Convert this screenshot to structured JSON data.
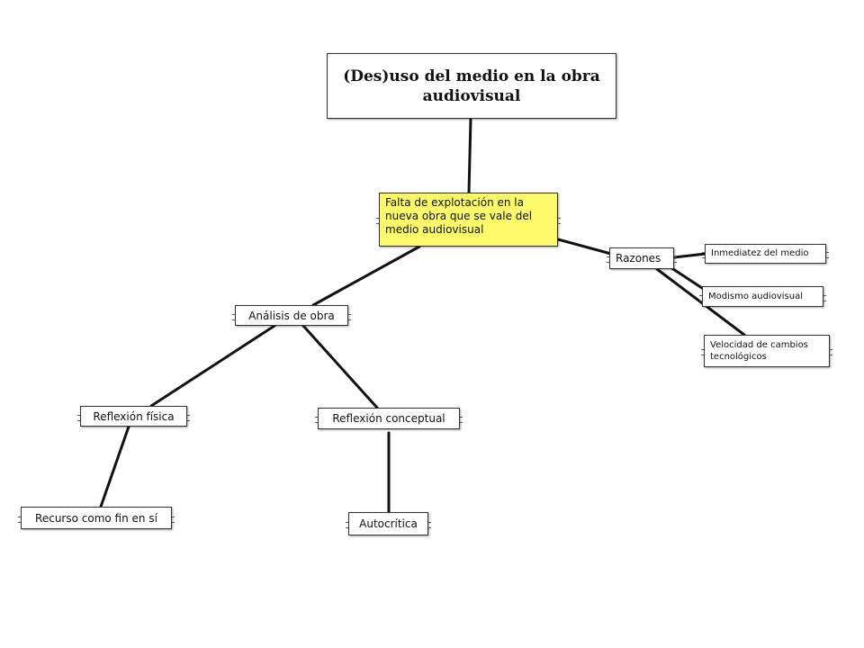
{
  "diagram": {
    "root": "(Des)uso del medio en la obra audiovisual",
    "main": "Falta de explotación en la nueva obra que se vale del medio audiovisual",
    "razones": "Razones",
    "inmediatez": "Inmediatez del medio",
    "modismo": "Modismo audiovisual",
    "velocidad": "Velocidad de cambios tecnológicos",
    "analisis": "Análisis de obra",
    "reflexion_fisica": "Reflexión física",
    "reflexion_conceptual": "Reflexión conceptual",
    "recurso": "Recurso como fin en sí",
    "autocritica": "Autocrítica"
  },
  "colors": {
    "main_node_fill": "#fcfa6a",
    "line": "#111111",
    "node_border": "#333333"
  }
}
